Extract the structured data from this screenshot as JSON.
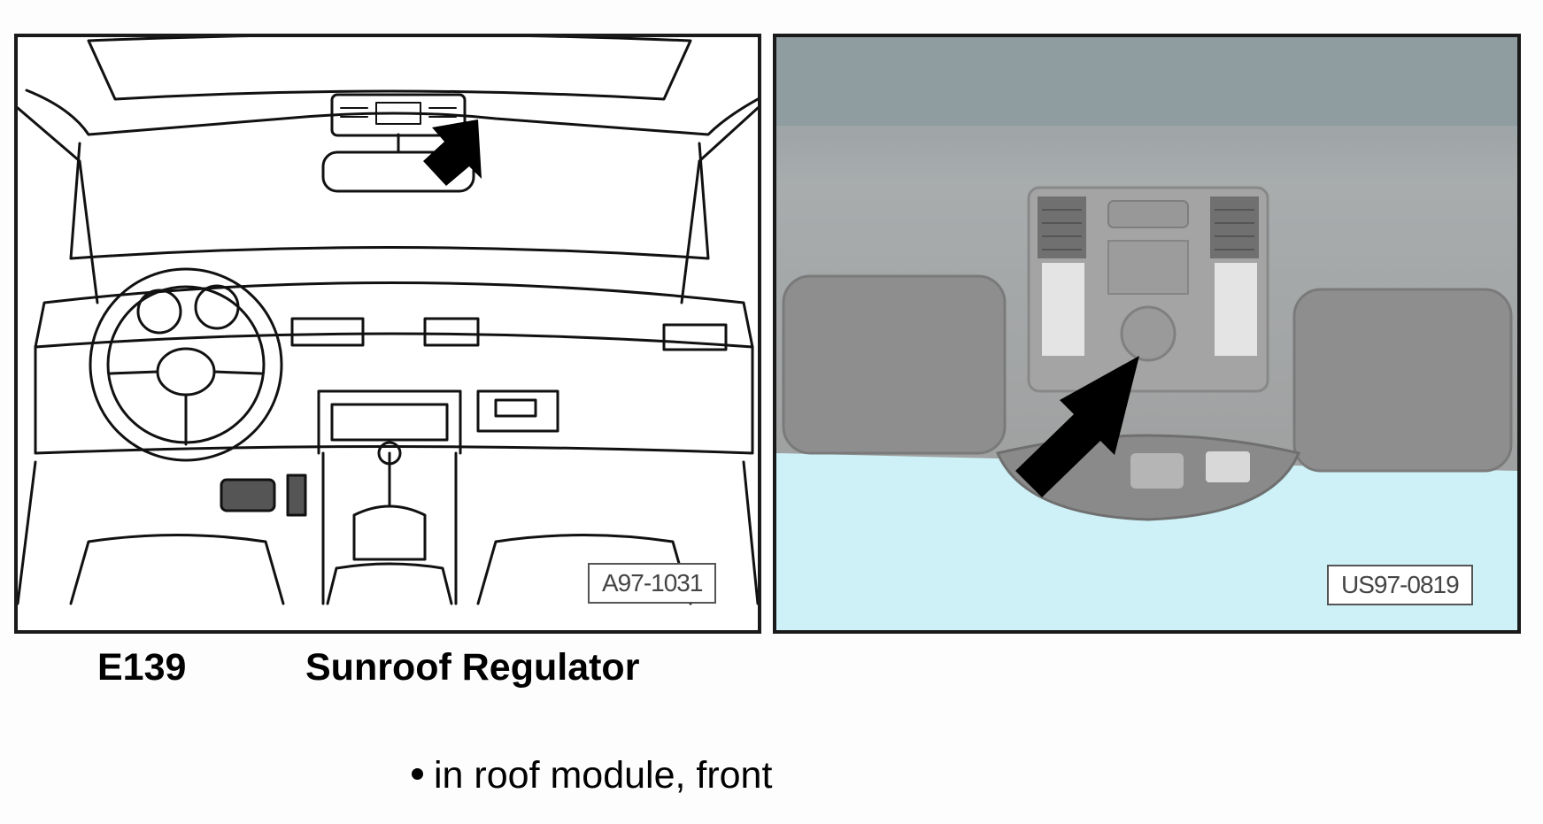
{
  "figure_left": {
    "ref_code": "A97-1031"
  },
  "figure_right": {
    "ref_code": "US97-0819"
  },
  "caption": {
    "component_code": "E139",
    "component_name": "Sunroof Regulator"
  },
  "location_note": "in roof module, front",
  "colors": {
    "frame": "#1a1a1a",
    "arrow": "#000000",
    "photo_headliner": "#9e9e9e",
    "photo_window": "#cdf1f6"
  },
  "icons": [
    "pointer-arrow",
    "bullet-dot"
  ]
}
